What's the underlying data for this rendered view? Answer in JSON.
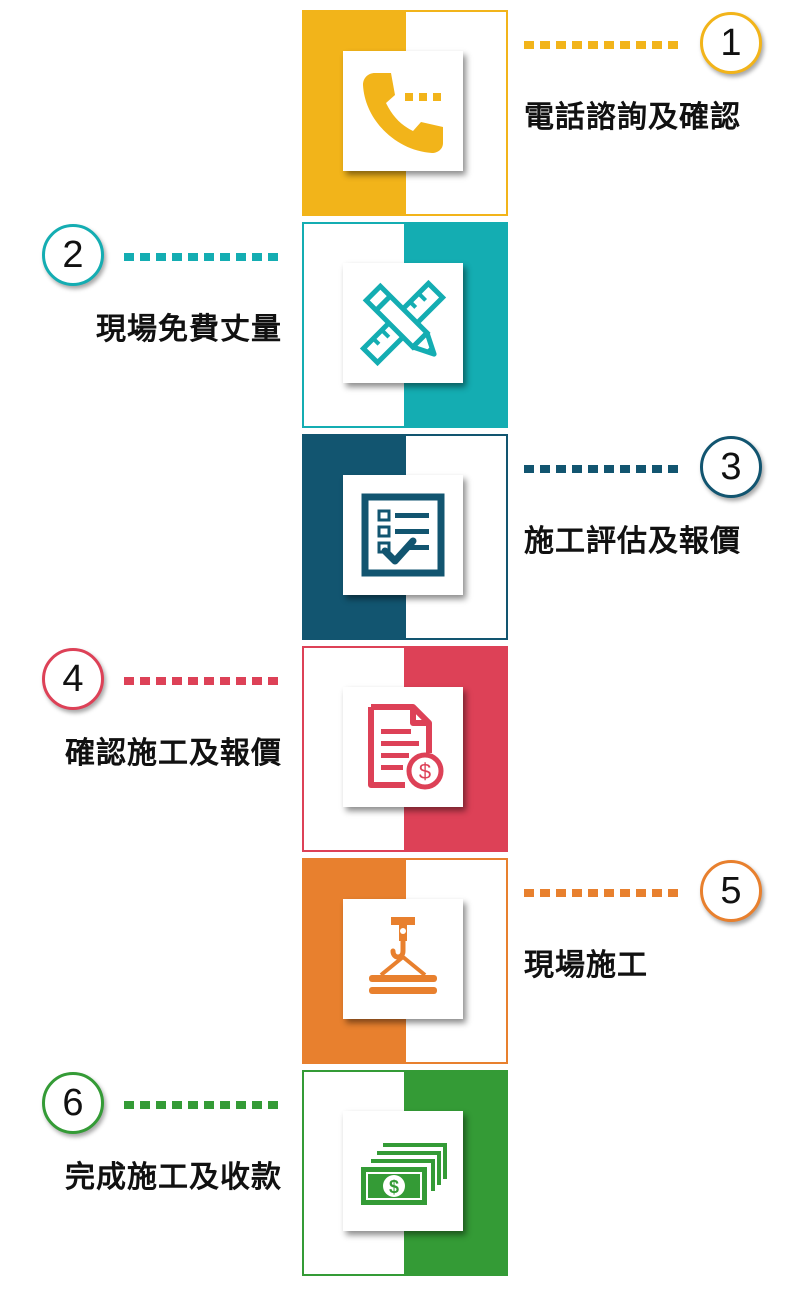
{
  "steps": [
    {
      "number": "1",
      "label": "電話諮詢及確認",
      "color": "#F2B41A",
      "icon": "phone-icon",
      "side": "right",
      "fill": "left"
    },
    {
      "number": "2",
      "label": "現場免費丈量",
      "color": "#14ADB2",
      "icon": "ruler-pencil-icon",
      "side": "left",
      "fill": "right"
    },
    {
      "number": "3",
      "label": "施工評估及報價",
      "color": "#125570",
      "icon": "checklist-icon",
      "side": "right",
      "fill": "left"
    },
    {
      "number": "4",
      "label": "確認施工及報價",
      "color": "#DD4157",
      "icon": "invoice-icon",
      "side": "left",
      "fill": "right"
    },
    {
      "number": "5",
      "label": "現場施工",
      "color": "#E8802E",
      "icon": "crane-hook-icon",
      "side": "right",
      "fill": "left"
    },
    {
      "number": "6",
      "label": "完成施工及收款",
      "color": "#349B36",
      "icon": "cash-icon",
      "side": "left",
      "fill": "right"
    }
  ]
}
